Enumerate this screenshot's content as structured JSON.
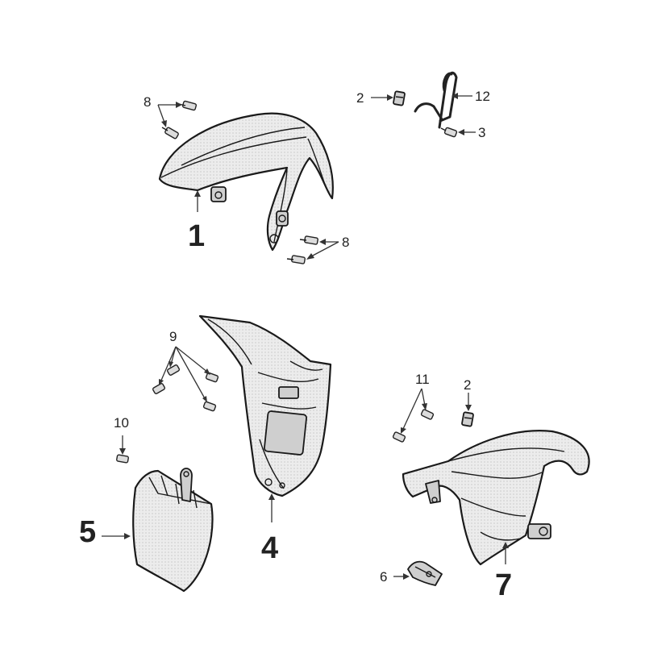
{
  "callouts": {
    "c1": "1",
    "c2a": "2",
    "c2b": "2",
    "c3": "3",
    "c4": "4",
    "c5": "5",
    "c6": "6",
    "c7": "7",
    "c8a": "8",
    "c8b": "8",
    "c9": "9",
    "c10": "10",
    "c11": "11",
    "c12": "12"
  }
}
